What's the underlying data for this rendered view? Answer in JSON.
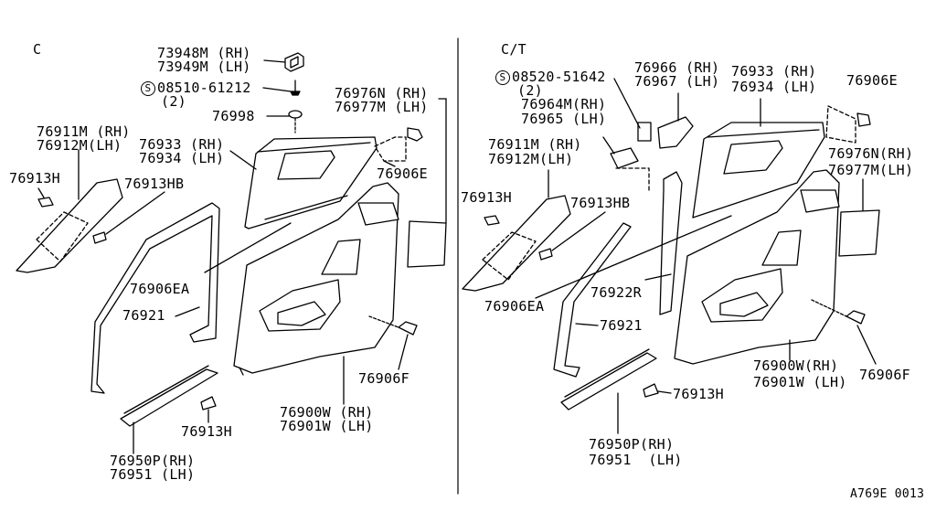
{
  "left": {
    "section": "C",
    "labels": {
      "p73948": "73948M (RH)",
      "p73949": "73949M (LH)",
      "screw_symbol": "S",
      "screw": "08510-61212",
      "screw_qty": "(2)",
      "p76998": "76998",
      "p76976": "76976N (RH)",
      "p76977": "76977M (LH)",
      "p76911": "76911M (RH)",
      "p76912": "76912M(LH)",
      "p76933": "76933 (RH)",
      "p76934": "76934 (LH)",
      "p76913h_a": "76913H",
      "p76913hb": "76913HB",
      "p76906e": "76906E",
      "p76906ea": "76906EA",
      "p76921": "76921",
      "p76906f": "76906F",
      "p76913h_b": "76913H",
      "p76900": "76900W (RH)",
      "p76901": "76901W (LH)",
      "p76950": "76950P(RH)",
      "p76951": "76951 (LH)"
    }
  },
  "right": {
    "section": "C/T",
    "labels": {
      "screw_symbol": "S",
      "screw": "08520-51642",
      "screw_qty": "(2)",
      "p76966": "76966 (RH)",
      "p76967": "76967 (LH)",
      "p76933": "76933 (RH)",
      "p76934": "76934 (LH)",
      "p76906e": "76906E",
      "p76964": "76964M(RH)",
      "p76965": "76965 (LH)",
      "p76911": "76911M (RH)",
      "p76912": "76912M(LH)",
      "p76976": "76976N(RH)",
      "p76977": "76977M(LH)",
      "p76913h_a": "76913H",
      "p76913hb": "76913HB",
      "p76906ea": "76906EA",
      "p76922r": "76922R",
      "p76921": "76921",
      "p76900": "76900W(RH)",
      "p76901": "76901W (LH)",
      "p76906f": "76906F",
      "p76913h_b": "76913H",
      "p76950": "76950P(RH)",
      "p76951": "76951  (LH)"
    }
  },
  "footer": {
    "code": "A769E 0013"
  }
}
